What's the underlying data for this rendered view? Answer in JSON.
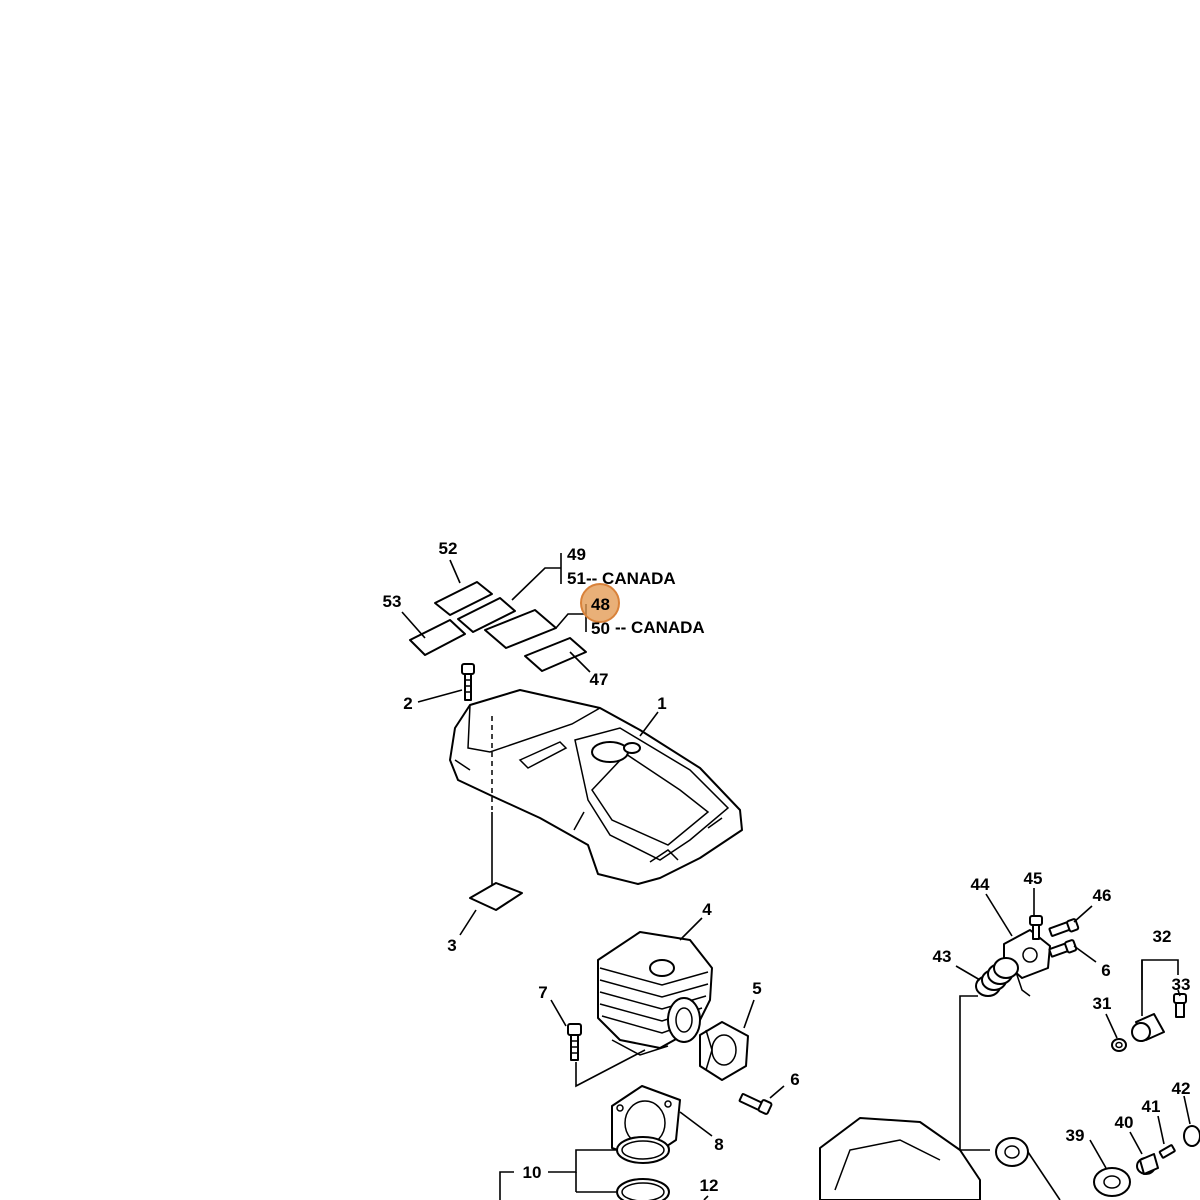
{
  "diagram": {
    "highlight": {
      "label": "48",
      "color": "#e39a52"
    },
    "canada_suffix": "-- CANADA",
    "labels": {
      "l52": "52",
      "l49": "49",
      "l51": "51",
      "l53": "53",
      "l48": "48",
      "l50": "50",
      "l47": "47",
      "l2": "2",
      "l1": "1",
      "l3": "3",
      "l4": "4",
      "l7": "7",
      "l5": "5",
      "l6a": "6",
      "l8": "8",
      "l10": "10",
      "l12": "12",
      "l44": "44",
      "l45": "45",
      "l46": "46",
      "l43": "43",
      "l6b": "6",
      "l32": "32",
      "l33": "33",
      "l31": "31",
      "l39": "39",
      "l40": "40",
      "l41": "41",
      "l42": "42"
    }
  }
}
